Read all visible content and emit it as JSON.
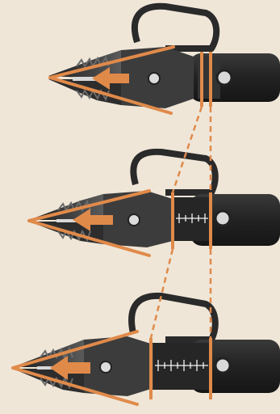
{
  "colors": {
    "background": "#efe6d8",
    "accent_orange": "#e08a4a",
    "tool_dark": "#2b2b2b",
    "tool_mid": "#4a4a4a",
    "scale_marks": "#f2f2f2"
  },
  "figure": {
    "views": [
      {
        "name": "tool-view-top",
        "arrow_icon": "arrow-left-icon",
        "scale_visible": false
      },
      {
        "name": "tool-view-middle",
        "arrow_icon": "arrow-left-icon",
        "scale_visible": true
      },
      {
        "name": "tool-view-bottom",
        "arrow_icon": "arrow-left-icon",
        "scale_visible": true
      }
    ],
    "guide_lines": "dashed-orange"
  }
}
